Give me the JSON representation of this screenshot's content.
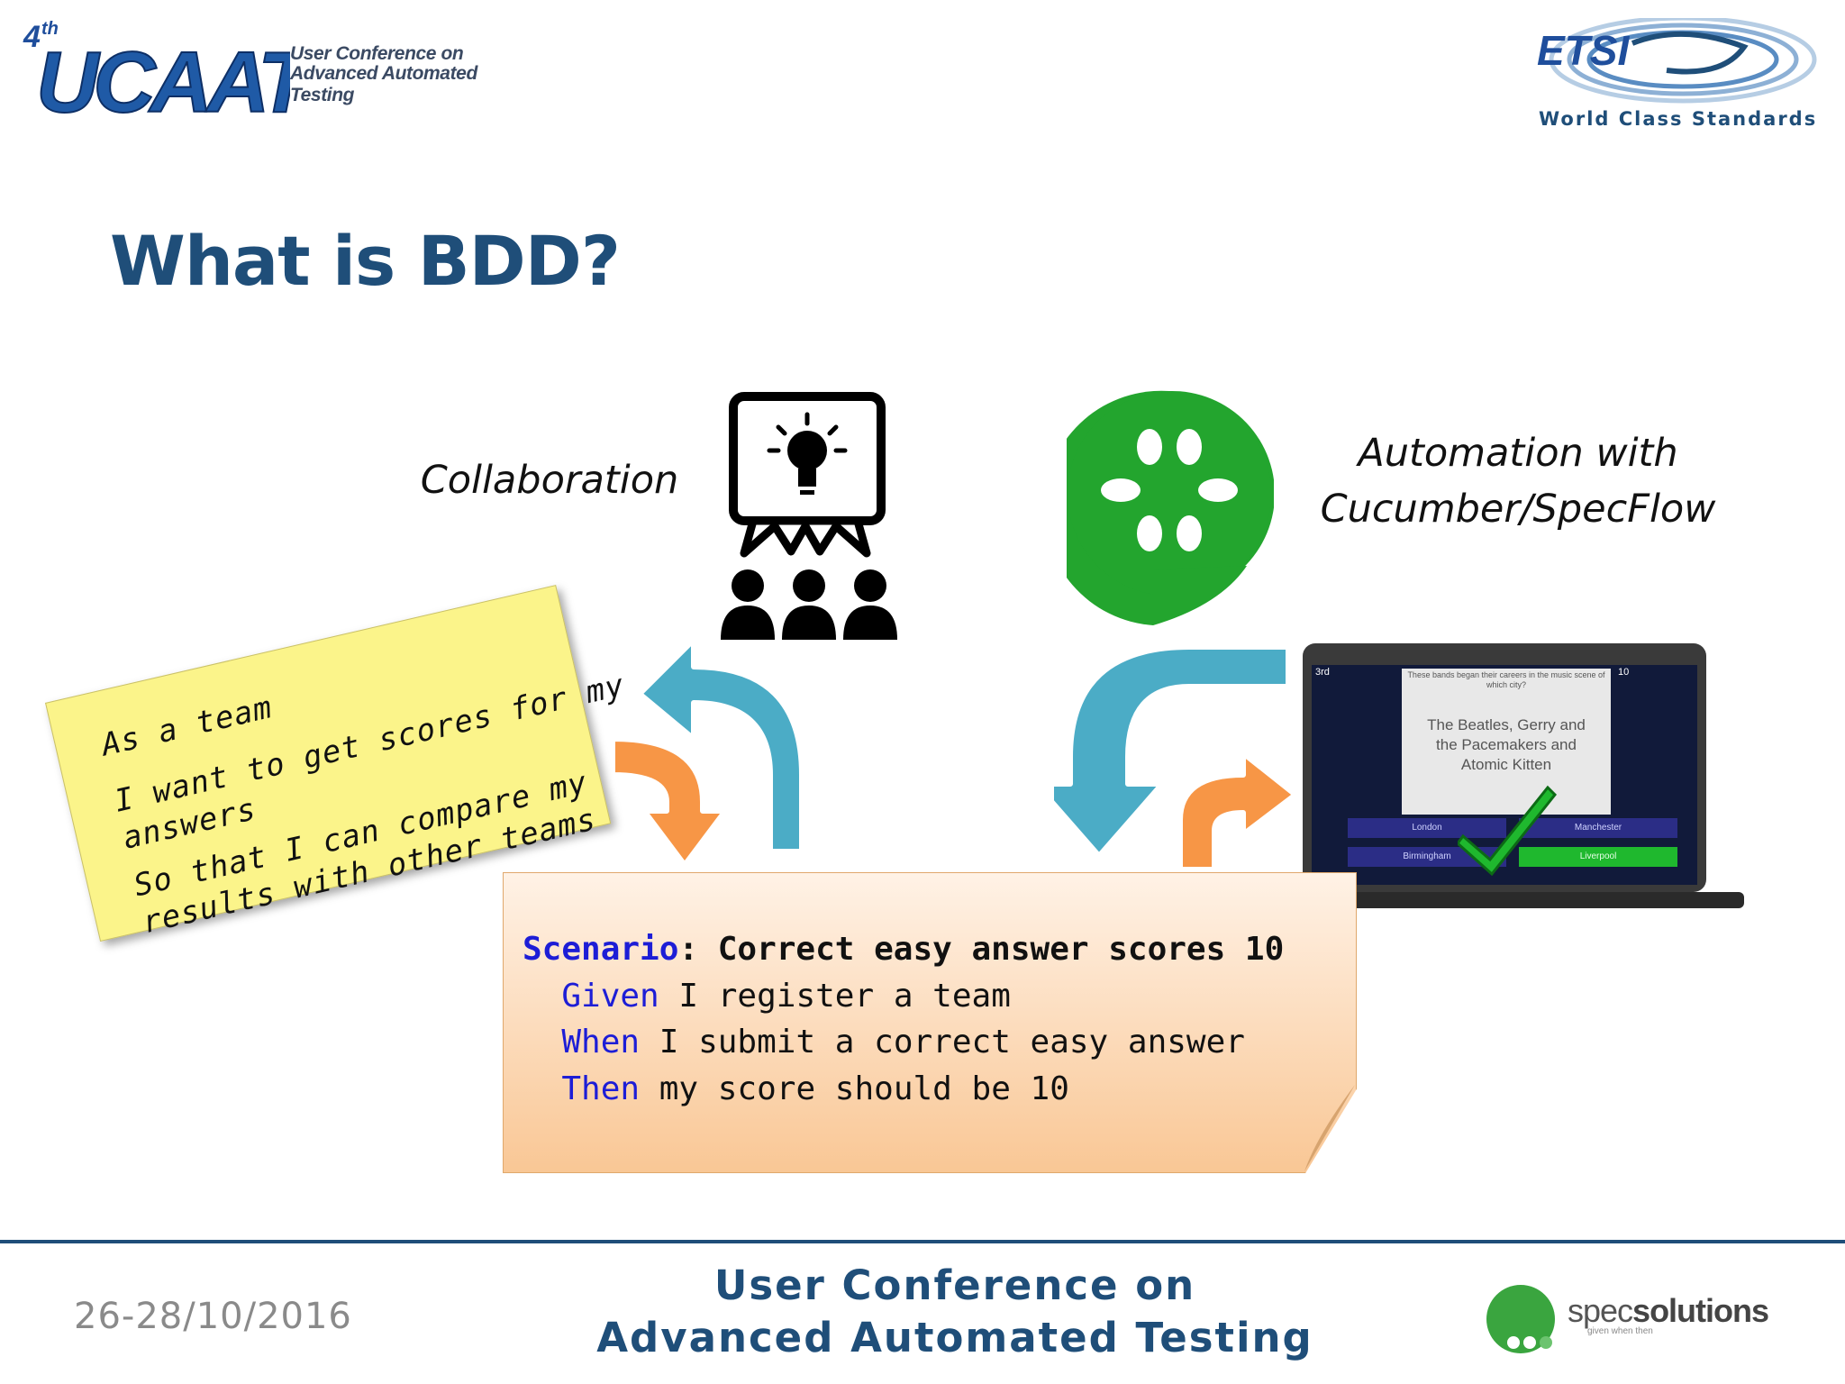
{
  "header": {
    "ucaat_edition": "4",
    "ucaat_edition_suffix": "th",
    "ucaat_wordmark": "UCAAT",
    "ucaat_tagline_1": "User Conference on",
    "ucaat_tagline_2": "Advanced Automated Testing",
    "etsi_wordmark": "ETSI",
    "etsi_tagline": "World Class Standards"
  },
  "title": "What is BDD?",
  "labels": {
    "collaboration": "Collaboration",
    "automation_line1": "Automation with",
    "automation_line2": "Cucumber/SpecFlow"
  },
  "user_story": {
    "line1": "As a team",
    "line2": "I want to get scores for my",
    "line3": "answers",
    "line4": "So that I can compare my",
    "line5": "results with other teams"
  },
  "scenario": {
    "scenario_keyword": "Scenario",
    "scenario_title": ": Correct easy answer scores 10",
    "given_keyword": "Given",
    "given_text": " I register a team",
    "when_keyword": "When",
    "when_text": " I submit a correct easy answer",
    "then_keyword": "Then",
    "then_text": " my score should be 10"
  },
  "laptop_screen": {
    "rank": "3rd",
    "timer": "10",
    "question": "These bands began their careers in the music scene of which city?",
    "answer_text_1": "The Beatles, Gerry and",
    "answer_text_2": "the Pacemakers and",
    "answer_text_3": "Atomic Kitten",
    "options": [
      "London",
      "Manchester",
      "Birmingham",
      "Liverpool"
    ]
  },
  "footer": {
    "date": "26-28/10/2016",
    "conference_line1": "User Conference on",
    "conference_line2": "Advanced Automated Testing",
    "sponsor_part1": "spec",
    "sponsor_part2": "solutions",
    "sponsor_tagline": "given when then"
  },
  "colors": {
    "title_blue": "#1f4e79",
    "arrow_blue": "#4bacc6",
    "arrow_orange": "#f79646",
    "cucumber_green": "#23a52e",
    "sticky_yellow": "#fbf48a",
    "keyword_blue": "#1d1dd6"
  },
  "icons": [
    "collaboration-icon",
    "cucumber-logo-icon",
    "checkmark-icon"
  ]
}
